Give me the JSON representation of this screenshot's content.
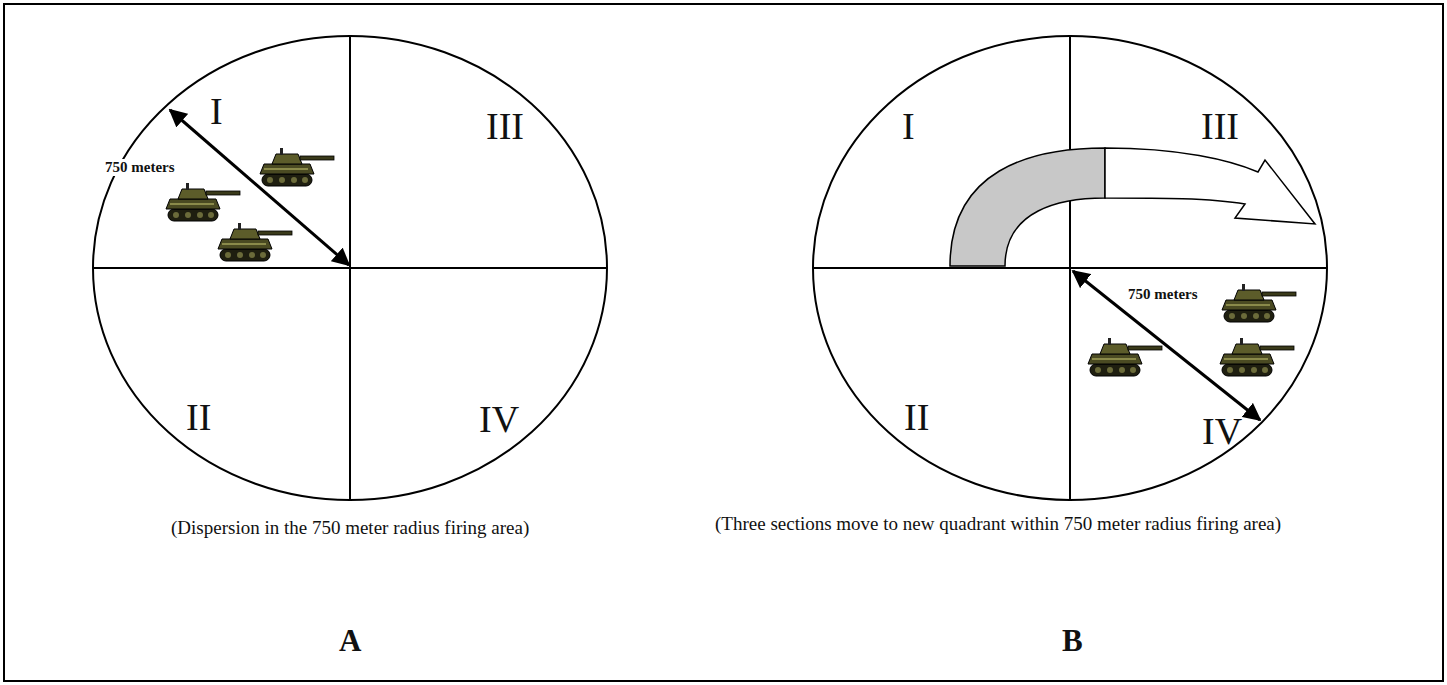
{
  "diagram": {
    "labels": [
      "I",
      "III",
      "750 meters",
      "II",
      "IV",
      "(Dispersion in the 750 meter radius firing area)",
      "A",
      "I",
      "III",
      "750 meters",
      "II",
      "IV",
      "(Three sections move to new quadrant within 750 meter radius firing area)",
      "B"
    ]
  }
}
